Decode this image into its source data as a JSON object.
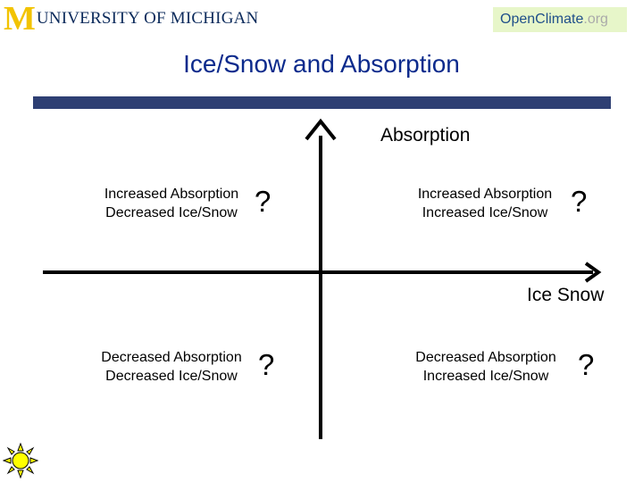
{
  "header": {
    "university_logo_initial": "M",
    "university_logo_text": "UNIVERSITY OF MICHIGAN",
    "openclimate_logo_open": "Open",
    "openclimate_logo_climate": "Climate",
    "openclimate_logo_org": ".org"
  },
  "title": "Ice/Snow and Absorption",
  "axes": {
    "y_label": "Absorption",
    "x_label": "Ice Snow"
  },
  "quadrants": {
    "top_left": {
      "line1": "Increased Absorption",
      "line2": "Decreased Ice/Snow",
      "mark": "?"
    },
    "top_right": {
      "line1": "Increased Absorption",
      "line2": "Increased Ice/Snow",
      "mark": "?"
    },
    "bottom_left": {
      "line1": "Decreased Absorption",
      "line2": "Decreased Ice/Snow",
      "mark": "?"
    },
    "bottom_right": {
      "line1": "Decreased Absorption",
      "line2": "Increased Ice/Snow",
      "mark": "?"
    }
  },
  "colors": {
    "title": "#0b2a8c",
    "title_bar": "#2e3f73",
    "logo_gold": "#f2c300",
    "logo_blue": "#0b2a5b",
    "sun_fill": "#ffff00"
  },
  "icons": {
    "sun": "sun-icon"
  }
}
